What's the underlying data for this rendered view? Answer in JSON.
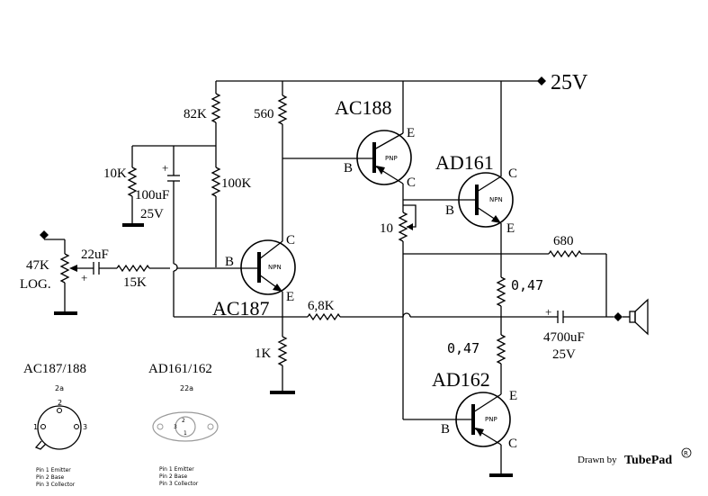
{
  "supply": "25V",
  "transistors": {
    "t1": {
      "name": "AC187",
      "type": "NPN"
    },
    "t2": {
      "name": "AC188",
      "type": "PNP"
    },
    "t3": {
      "name": "AD161",
      "type": "NPN"
    },
    "t4": {
      "name": "AD162",
      "type": "PNP"
    }
  },
  "pins": {
    "b": "B",
    "c": "C",
    "e": "E"
  },
  "resistors": {
    "r82k": "82K",
    "r560": "560",
    "r100k": "100K",
    "r10k": "10K",
    "r15k": "15K",
    "r6k8": "6,8K",
    "r1k": "1K",
    "r10": "10",
    "r680": "680",
    "r047a": "0,47",
    "r047b": "0,47"
  },
  "pot": {
    "value": "47K",
    "taper": "LOG."
  },
  "capacitors": {
    "c100": {
      "value": "100uF",
      "voltage": "25V"
    },
    "c22": {
      "value": "22uF"
    },
    "c4700": {
      "value": "4700uF",
      "voltage": "25V"
    }
  },
  "plus": "+",
  "legend": {
    "left": {
      "title": "AC187/188",
      "package": "2a",
      "p1": "1",
      "p2": "2",
      "p3": "3"
    },
    "right": {
      "title": "AD161/162",
      "package": "22a",
      "p1": "1",
      "p2": "2",
      "p3": "3"
    },
    "pins_left": [
      "Pin 1   Emitter",
      "Pin 2   Base",
      "Pin 3   Collector"
    ],
    "pins_right": [
      "Pin 1   Emitter",
      "Pin 2   Base",
      "Pin 3   Collector"
    ]
  },
  "credit": {
    "by": "Drawn by",
    "brand": "TubePad",
    "mark": "R"
  }
}
